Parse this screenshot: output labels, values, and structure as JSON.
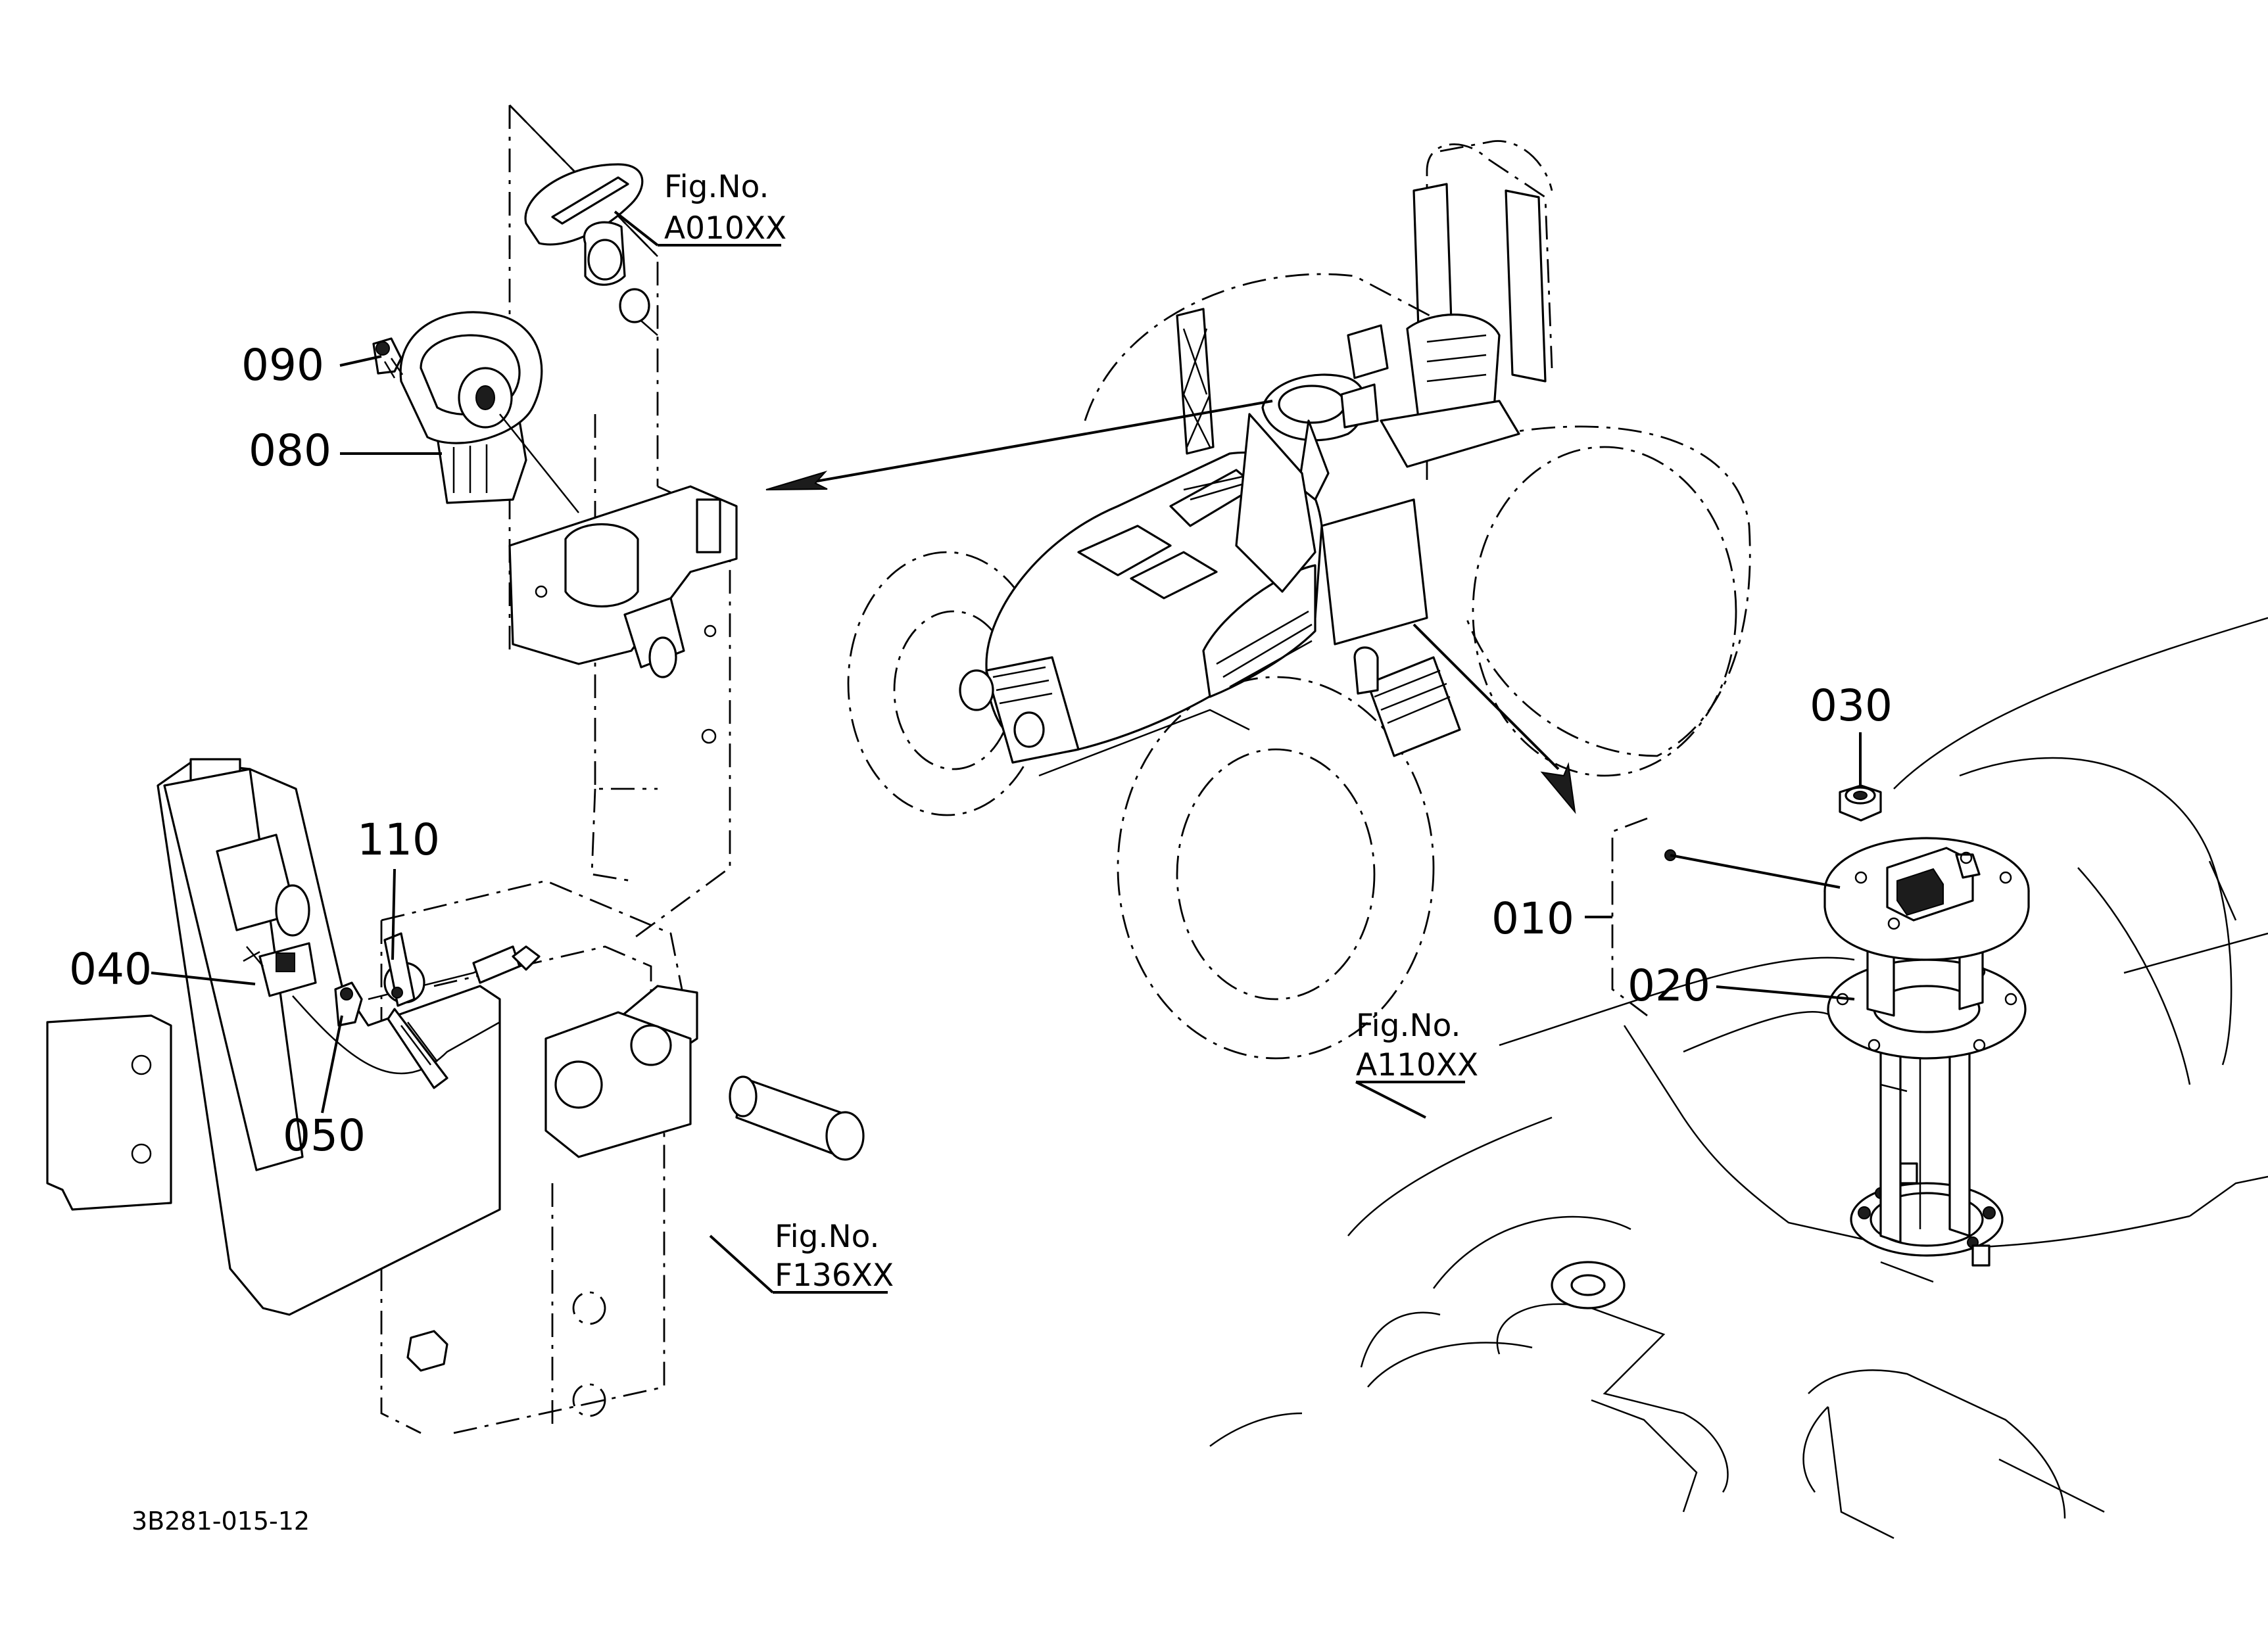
{
  "diagram": {
    "document_id": "3B281-015-12",
    "callouts": [
      "090",
      "080",
      "110",
      "040",
      "050",
      "010",
      "020",
      "030"
    ],
    "figure_refs": [
      {
        "caption": "Fig.No.",
        "code": "A010XX"
      },
      {
        "caption": "Fig.No.",
        "code": "F136XX"
      },
      {
        "caption": "Fig.No.",
        "code": "A110XX"
      }
    ]
  }
}
